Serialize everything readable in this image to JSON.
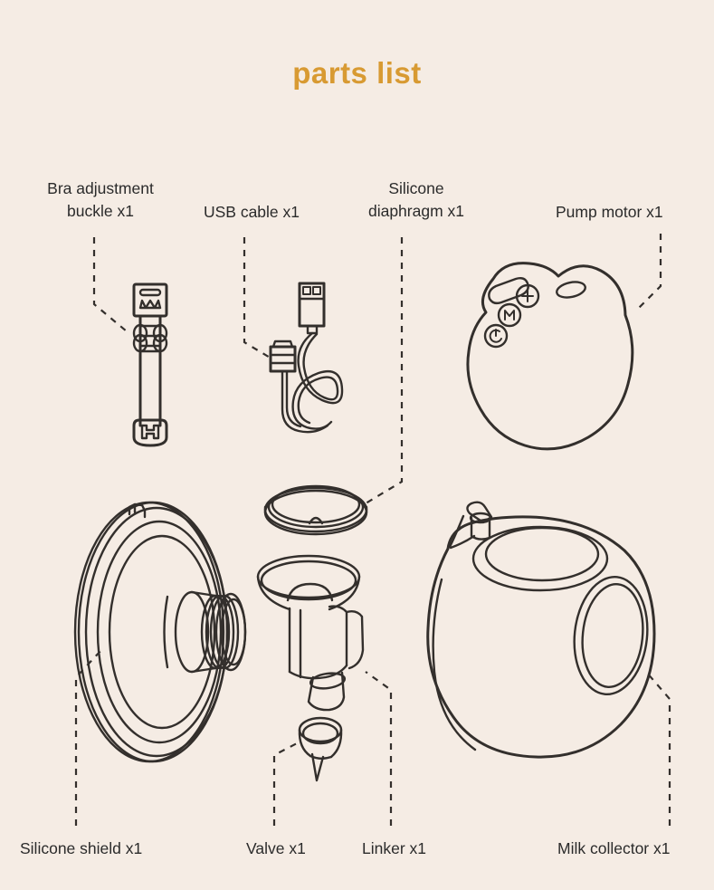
{
  "page": {
    "title": "parts list",
    "background_color": "#f5ece4",
    "title_color": "#d89a32",
    "ink_color": "#332f2c"
  },
  "parts": [
    {
      "id": "bra-adjustment-buckle",
      "label": "Bra adjustment\nbuckle x1",
      "name": "Bra adjustment buckle",
      "quantity": "x1",
      "icon": "strap-buckle-icon"
    },
    {
      "id": "usb-cable",
      "label": "USB cable x1",
      "name": "USB cable",
      "quantity": "x1",
      "icon": "usb-cable-icon"
    },
    {
      "id": "silicone-diaphragm",
      "label": "Silicone\ndiaphragm x1",
      "name": "Silicone diaphragm",
      "quantity": "x1",
      "icon": "diaphragm-ring-icon"
    },
    {
      "id": "pump-motor",
      "label": "Pump motor x1",
      "name": "Pump motor",
      "quantity": "x1",
      "icon": "pump-motor-icon",
      "buttons": [
        "plus-button",
        "mode-button",
        "power-button"
      ],
      "indicators": [
        "level-bar-indicator",
        "led-indicator"
      ]
    },
    {
      "id": "silicone-shield",
      "label": "Silicone shield x1",
      "name": "Silicone shield",
      "quantity": "x1",
      "icon": "silicone-shield-icon"
    },
    {
      "id": "valve",
      "label": "Valve x1",
      "name": "Valve",
      "quantity": "x1",
      "icon": "duckbill-valve-icon"
    },
    {
      "id": "linker",
      "label": "Linker x1",
      "name": "Linker",
      "quantity": "x1",
      "icon": "linker-funnel-icon"
    },
    {
      "id": "milk-collector",
      "label": "Milk collector x1",
      "name": "Milk collector",
      "quantity": "x1",
      "icon": "milk-collector-icon"
    }
  ]
}
